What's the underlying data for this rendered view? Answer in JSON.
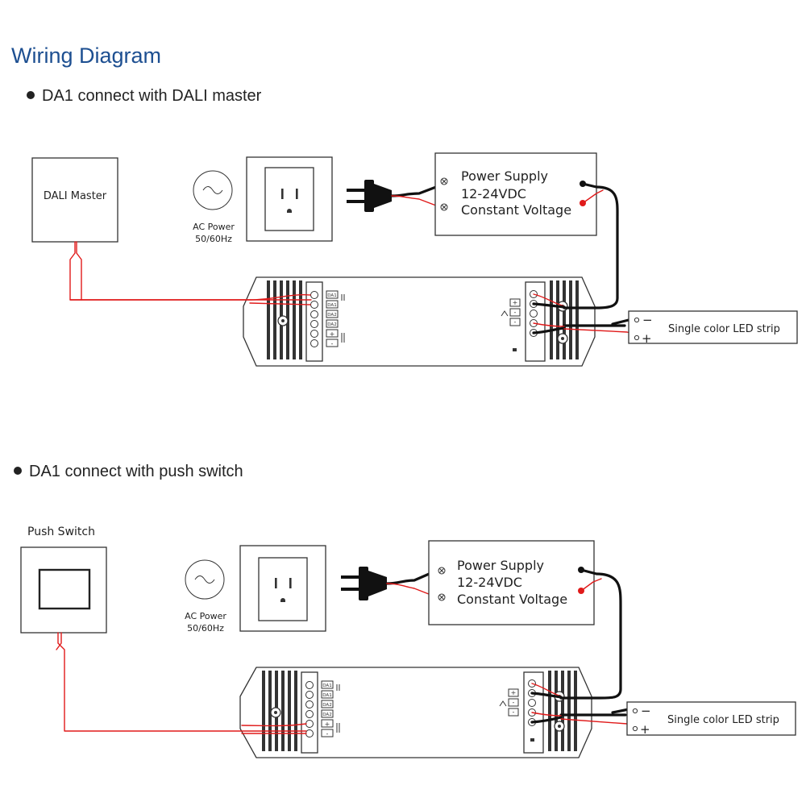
{
  "page": {
    "title": "Wiring Diagram"
  },
  "sections": [
    {
      "heading": "DA1 connect with DALI master",
      "control_device": {
        "label": "DALI Master"
      },
      "ac_power": {
        "line1": "AC Power",
        "line2": "50/60Hz"
      },
      "power_supply": {
        "line1": "Power Supply",
        "line2": "12-24VDC",
        "line3": "Constant Voltage"
      },
      "led_strip": {
        "label": "Single color LED strip",
        "minus": "−",
        "plus": "+"
      },
      "controller_marks": {
        "da": [
          "DA1",
          "DA1",
          "DA2",
          "DA2"
        ],
        "plus": "+",
        "minus": "-"
      }
    },
    {
      "heading": "DA1 connect with push switch",
      "control_device": {
        "label": "Push Switch"
      },
      "ac_power": {
        "line1": "AC Power",
        "line2": "50/60Hz"
      },
      "power_supply": {
        "line1": "Power Supply",
        "line2": "12-24VDC",
        "line3": "Constant Voltage"
      },
      "led_strip": {
        "label": "Single color LED strip",
        "minus": "−",
        "plus": "+"
      },
      "controller_marks": {
        "da": [
          "DA1",
          "DA1",
          "DA2",
          "DA2"
        ],
        "plus": "+",
        "minus": "-"
      }
    }
  ],
  "colors": {
    "title": "#1d4f91",
    "positive_wire": "#e01a1a",
    "negative_wire": "#111111"
  }
}
